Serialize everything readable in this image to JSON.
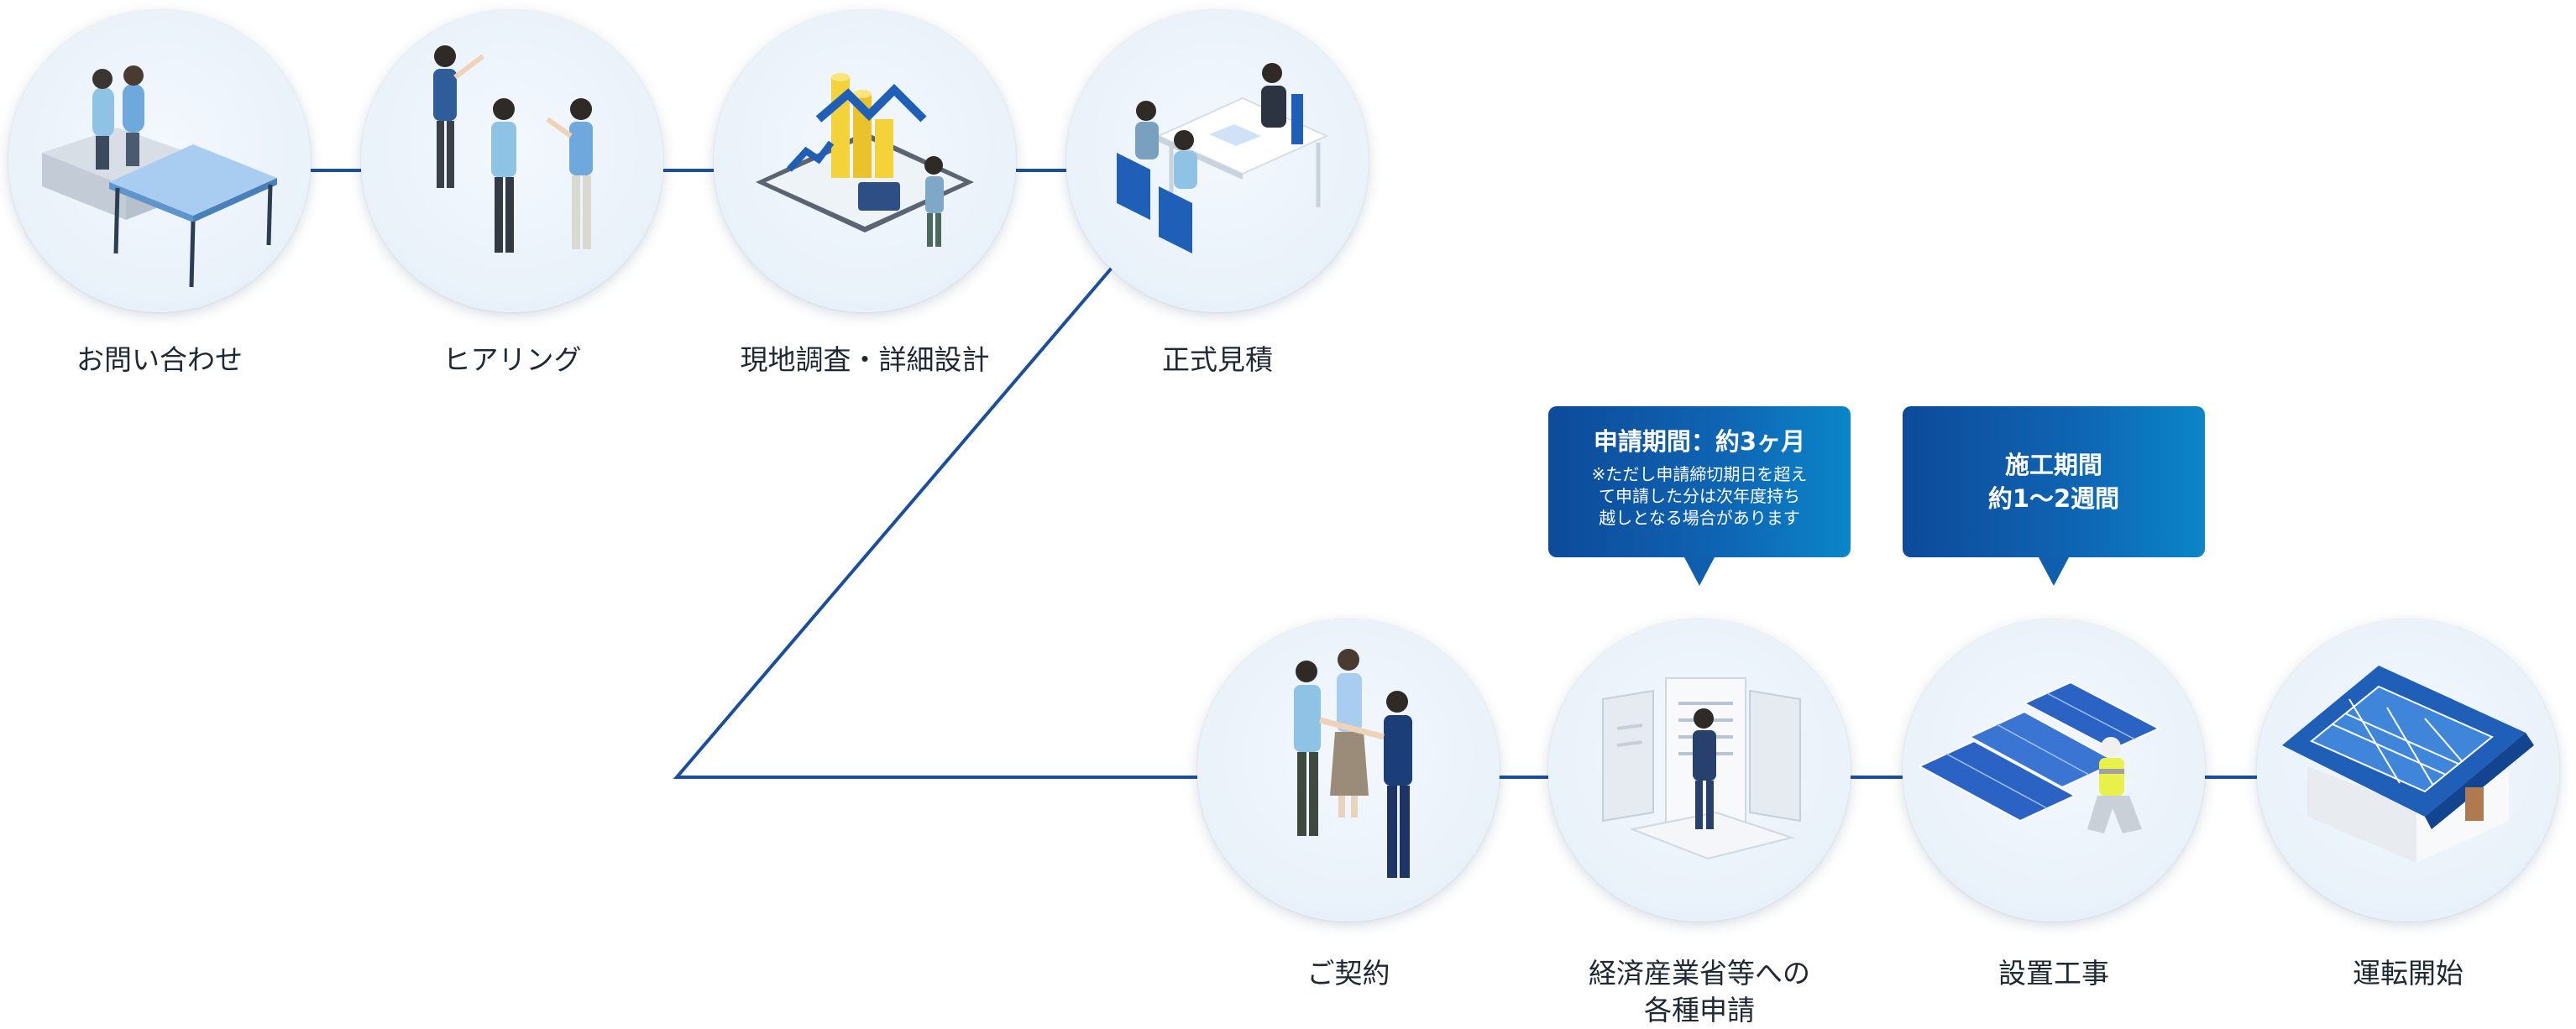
{
  "steps": [
    {
      "label": "お問い合わせ",
      "icon": "consultation-icon"
    },
    {
      "label": "ヒアリング",
      "icon": "hearing-icon"
    },
    {
      "label": "現地調査・詳細設計",
      "icon": "survey-design-icon"
    },
    {
      "label": "正式見積",
      "icon": "estimate-meeting-icon"
    },
    {
      "label": "ご契約",
      "icon": "contract-handshake-icon"
    },
    {
      "label_lines": [
        "経済産業省等への",
        "各種申請"
      ],
      "icon": "application-documents-icon"
    },
    {
      "label": "設置工事",
      "icon": "solar-installation-icon"
    },
    {
      "label": "運転開始",
      "icon": "house-solar-roof-icon"
    }
  ],
  "callouts": {
    "application": {
      "title": "申請期間：約3ヶ月",
      "note_lines": [
        "※ただし申請締切期日を超え",
        "て申請した分は次年度持ち",
        "越しとなる場合があります"
      ]
    },
    "installation": {
      "title_lines": [
        "施工期間",
        "約1〜2週間"
      ]
    }
  },
  "colors": {
    "connector": "#1a4f9c",
    "bubble_start": "#0d4a9a",
    "bubble_end": "#0b86c8",
    "accent_blue": "#1f5fb8"
  }
}
